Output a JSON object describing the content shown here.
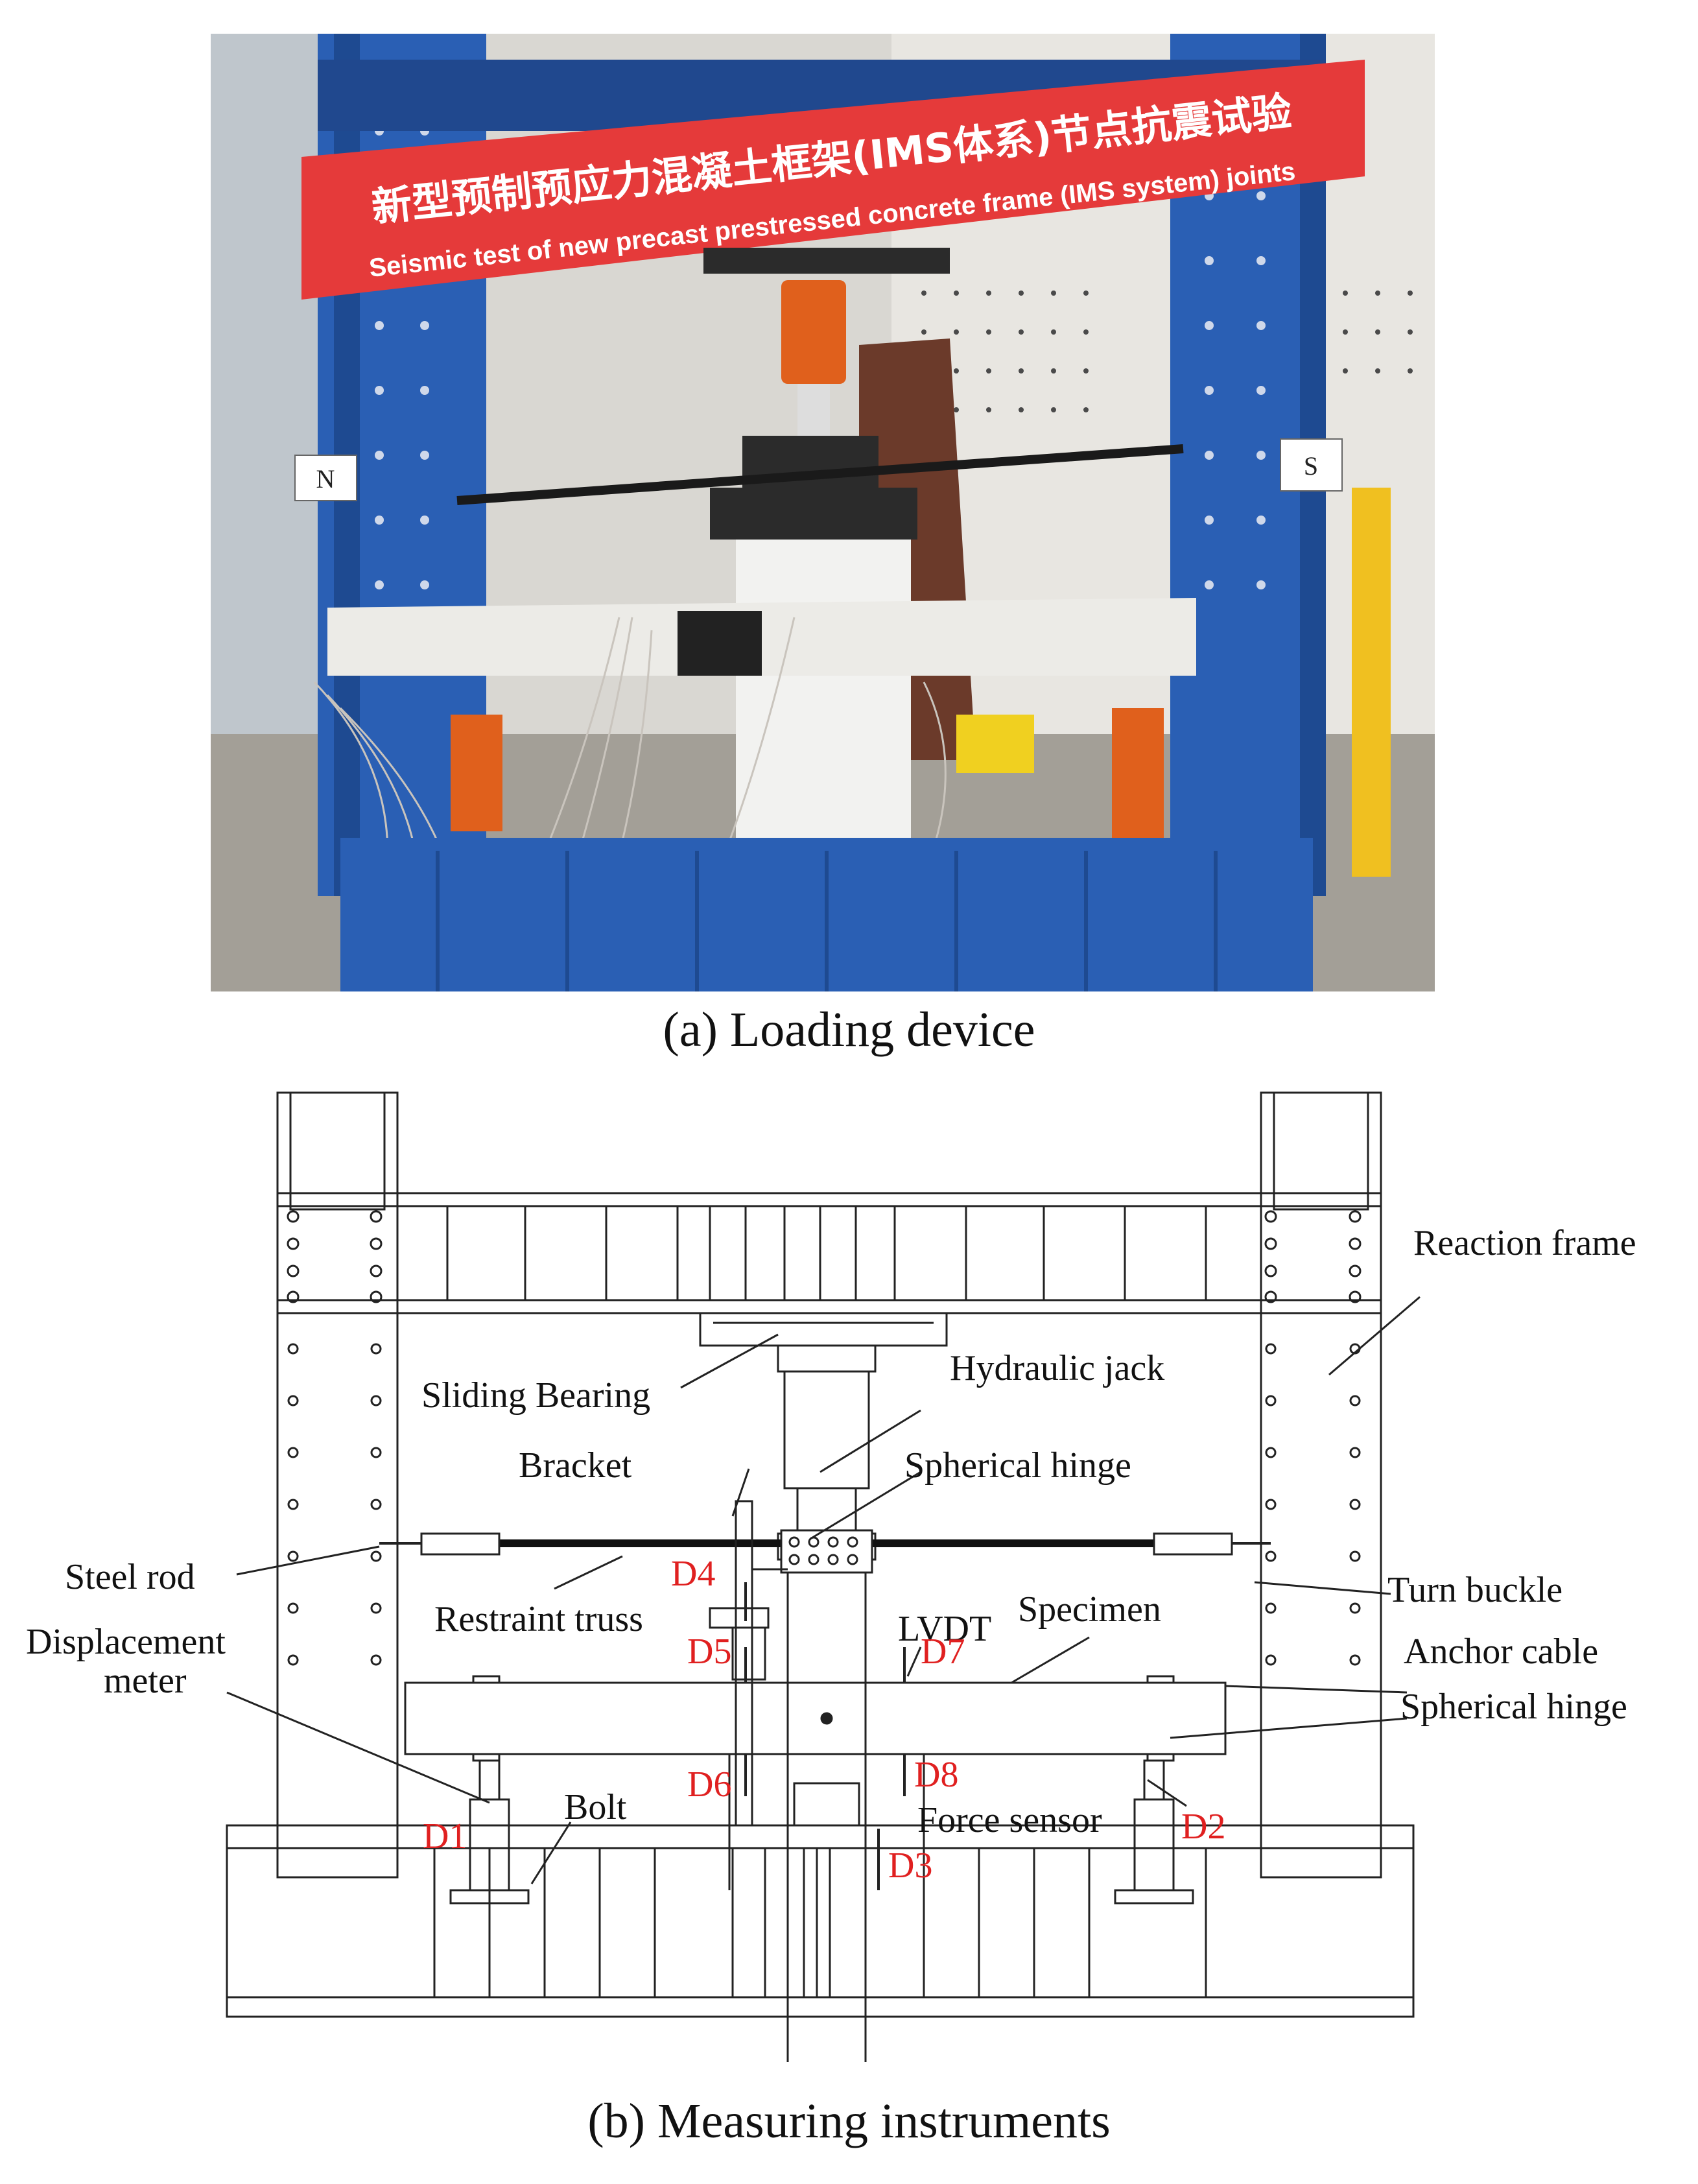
{
  "photo": {
    "banner_cn": "新型预制预应力混凝土框架(IMS体系)节点抗震试验",
    "banner_en": "Seismic test of new precast prestressed concrete frame (IMS system) joints",
    "sign_left": "N",
    "sign_right": "S"
  },
  "captions": {
    "a": "(a) Loading device",
    "b": "(b) Measuring instruments"
  },
  "diagram": {
    "labels": {
      "reaction_frame": "Reaction frame",
      "sliding_bearing": "Sliding Bearing",
      "hydraulic_jack": "Hydraulic jack",
      "bracket": "Bracket",
      "spherical_hinge_top": "Spherical hinge",
      "steel_rod": "Steel rod",
      "turn_buckle": "Turn buckle",
      "restraint_truss": "Restraint truss",
      "lvdt": "LVDT",
      "specimen": "Specimen",
      "displacement_meter_1": "Displacement",
      "displacement_meter_2": "meter",
      "anchor_cable": "Anchor cable",
      "spherical_hinge_right": "Spherical hinge",
      "bolt": "Bolt",
      "force_sensor": "Force sensor"
    },
    "points": {
      "d1": "D1",
      "d2": "D2",
      "d3": "D3",
      "d4": "D4",
      "d5": "D5",
      "d6": "D6",
      "d7": "D7",
      "d8": "D8"
    }
  }
}
